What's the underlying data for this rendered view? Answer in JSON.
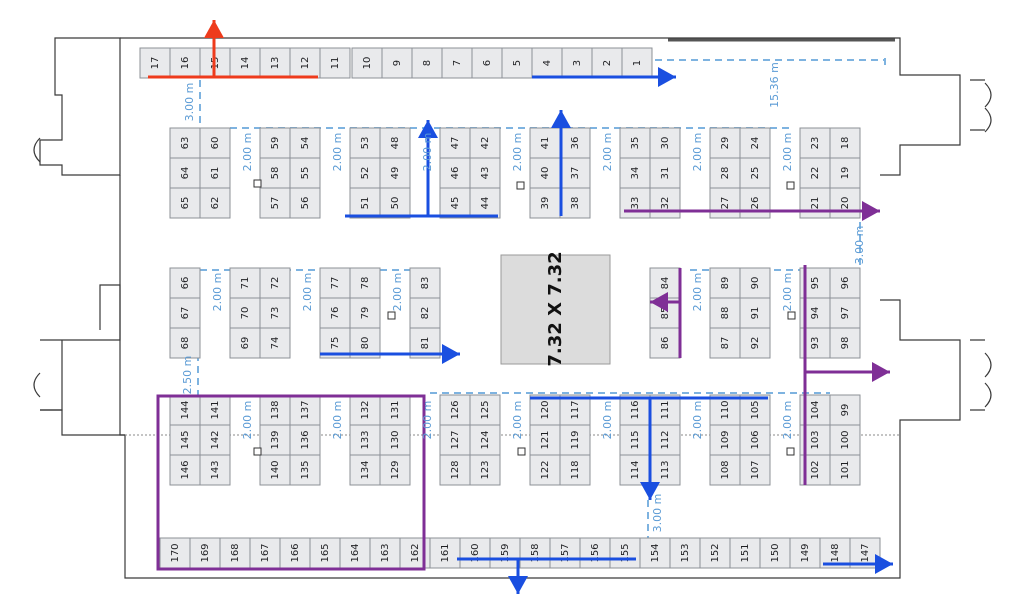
{
  "center_label": "7.32 X 7.32",
  "colors": {
    "red": "#ee3b1c",
    "blue": "#1a4fe0",
    "purple": "#7f2f96",
    "dimension": "#5b9bd5",
    "booth_fill": "#e9eaec",
    "booth_stroke": "#8c9096"
  },
  "dimensions": [
    {
      "id": "d-3-topleft",
      "text": "3.00 m"
    },
    {
      "id": "d-1536",
      "text": "15.36 m"
    },
    {
      "id": "d-2-a",
      "text": "2.00 m"
    },
    {
      "id": "d-2-b",
      "text": "2.00 m"
    },
    {
      "id": "d-2-c",
      "text": "2.00 m"
    },
    {
      "id": "d-2-d",
      "text": "2.00 m"
    },
    {
      "id": "d-2-e",
      "text": "2.00 m"
    },
    {
      "id": "d-2-f",
      "text": "2.00 m"
    },
    {
      "id": "d-2-g",
      "text": "2.00 m"
    },
    {
      "id": "d-2-h",
      "text": "2.00 m"
    },
    {
      "id": "d-3-right",
      "text": "3.00 m"
    },
    {
      "id": "d-2-i",
      "text": "2.00 m"
    },
    {
      "id": "d-2-j",
      "text": "2.00 m"
    },
    {
      "id": "d-2-k",
      "text": "2.00 m"
    },
    {
      "id": "d-2-l",
      "text": "2.00 m"
    },
    {
      "id": "d-2-m",
      "text": "2.00 m"
    },
    {
      "id": "d-250",
      "text": "2.50 m"
    },
    {
      "id": "d-2-n",
      "text": "2.00 m"
    },
    {
      "id": "d-2-o",
      "text": "2.00 m"
    },
    {
      "id": "d-2-p",
      "text": "2.00 m"
    },
    {
      "id": "d-2-q",
      "text": "2.00 m"
    },
    {
      "id": "d-2-r",
      "text": "2.00 m"
    },
    {
      "id": "d-2-s",
      "text": "2.00 m"
    },
    {
      "id": "d-3-bottom",
      "text": "3.00 m"
    }
  ]
}
